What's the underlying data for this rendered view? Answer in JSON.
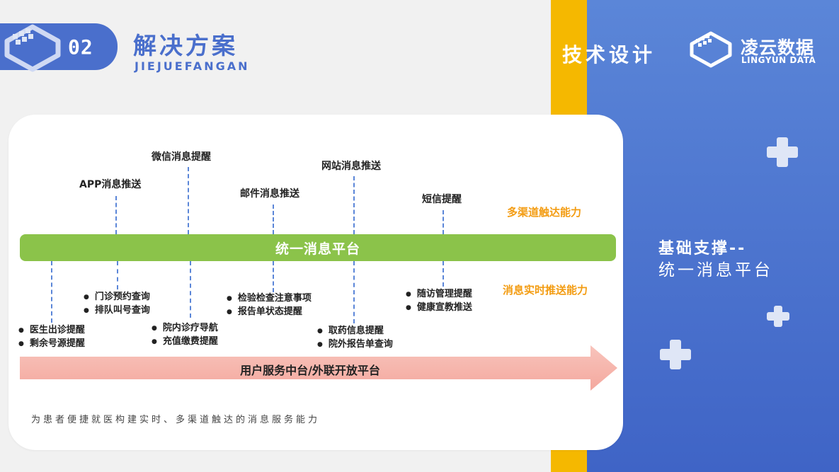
{
  "header": {
    "section_number": "02",
    "title_cn": "解决方案",
    "title_en": "JIEJUEFANGAN"
  },
  "right_panel": {
    "tech_label": "技术设计",
    "brand_name": "凌云数据",
    "brand_sub": "LINGYUN DATA",
    "side_title": "基础支撑--",
    "side_subtitle": "统一消息平台",
    "colors": {
      "yellow": "#f5b800",
      "blue": "#4a6fcc"
    }
  },
  "diagram": {
    "channels": [
      "APP消息推送",
      "微信消息提醒",
      "邮件消息推送",
      "网站消息推送",
      "短信提醒"
    ],
    "platform_bar": "统一消息平台",
    "capability_top": "多渠道触达能力",
    "capability_bottom": "消息实时推送能力",
    "scenarios": [
      [
        "医生出诊提醒",
        "剩余号源提醒"
      ],
      [
        "门诊预约查询",
        "排队叫号查询"
      ],
      [
        "院内诊疗导航",
        "充值缴费提醒"
      ],
      [
        "检验检查注意事项",
        "报告单状态提醒"
      ],
      [
        "取药信息提醒",
        "院外报告单查询"
      ],
      [
        "随访管理提醒",
        "健康宣教推送"
      ]
    ],
    "base_platform": "用户服务中台/外联开放平台",
    "footer_note": "为患者便捷就医构建实时、多渠道触达的消息服务能力",
    "colors": {
      "green": "#8bc34a",
      "orange": "#f39c12",
      "dash": "#5b86d8"
    }
  }
}
